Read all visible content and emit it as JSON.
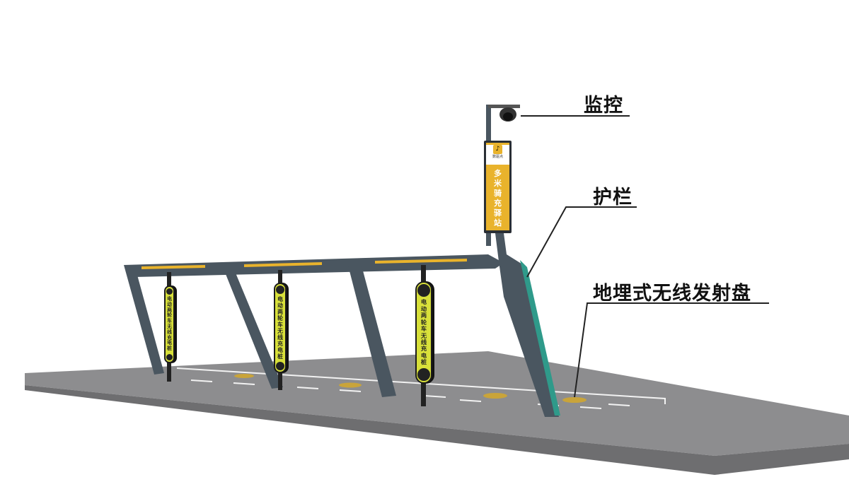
{
  "callouts": {
    "camera": "监控",
    "guardrail": "护栏",
    "transmitter": "地埋式无线发射盘"
  },
  "station_sign": {
    "brand": "数驱点",
    "title_chars": [
      "多",
      "米",
      "骑",
      "充",
      "驿",
      "站"
    ]
  },
  "charger_label_chars": [
    "电",
    "动",
    "两",
    "轮",
    "车",
    "无",
    "线",
    "充",
    "电",
    "桩"
  ],
  "colors": {
    "frame": "#4a5660",
    "accent_yellow": "#e9b32c",
    "charger_yellow": "#d8e03a",
    "guardrail_green": "#2f9a8a",
    "ground": "#8d8d8f"
  }
}
